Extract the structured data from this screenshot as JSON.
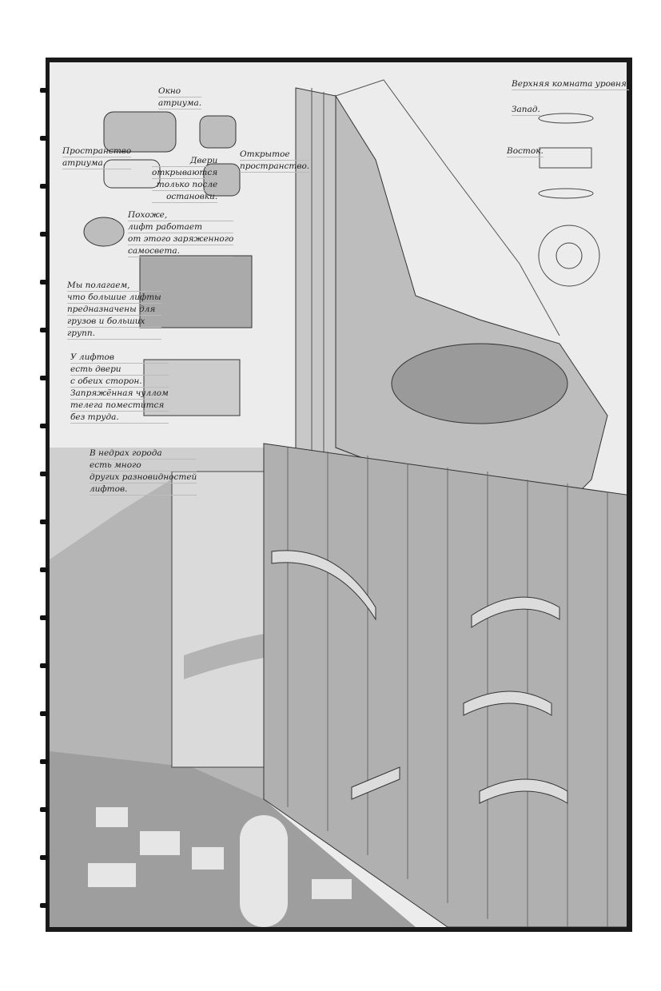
{
  "annotations": {
    "atrium_window": [
      "Окно",
      "атриума."
    ],
    "atrium_space": [
      "Пространство",
      "атриума."
    ],
    "doors": [
      "Двери",
      "открываются",
      "только после",
      "остановки."
    ],
    "open_space": [
      "Открытое",
      "пространство."
    ],
    "power": [
      "Похоже,",
      "лифт работает",
      "от этого заряженного",
      "самосвета."
    ],
    "large_lifts": [
      "Мы полагаем,",
      "что большие лифты",
      "предназначены для",
      "грузов и больших",
      "групп."
    ],
    "doors_both_sides": [
      "У лифтов",
      "есть двери",
      "с обеих сторон.",
      "Запряжённая чуллом",
      "телега поместится",
      "без труда."
    ],
    "upper_room": "Верхняя комната уровня.",
    "west": "Запад.",
    "east": "Восток.",
    "depths": [
      "В недрах города",
      "есть много",
      "других разновидностей",
      "лифтов."
    ]
  },
  "colors": {
    "frame": "#1a1a1a",
    "paper": "#ececec",
    "ink": "#222222",
    "shade": "#a8a8a8"
  }
}
